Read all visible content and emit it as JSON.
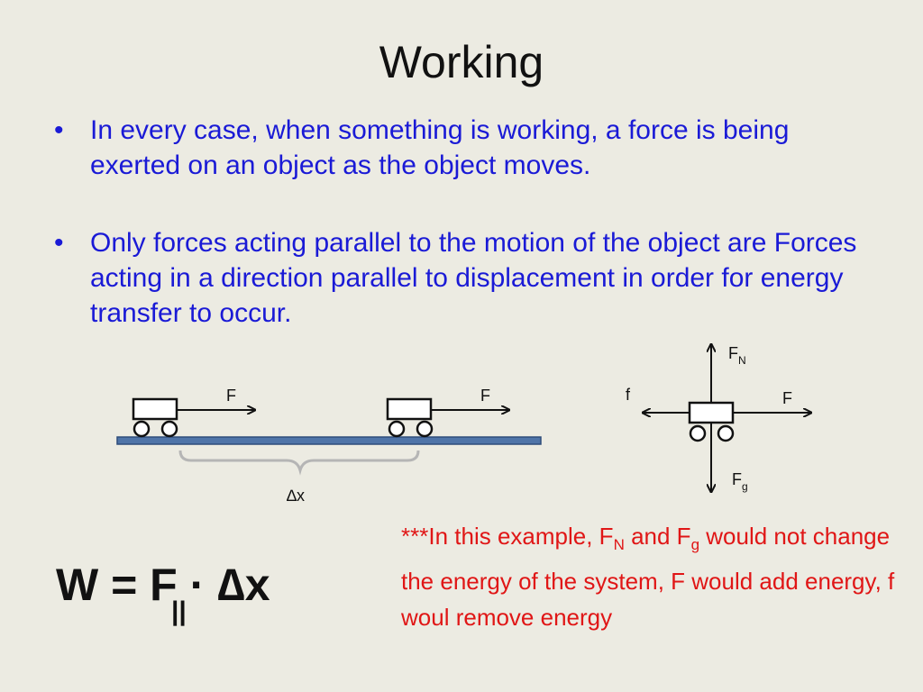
{
  "title": "Working",
  "bullets": [
    "In every case, when something is working, a force is being exerted on an object as the object moves.",
    "Only forces acting parallel to the motion of the object are Forces acting in a direction parallel to displacement in order for energy transfer to occur."
  ],
  "diagram_left": {
    "cart1_force_label": "F",
    "cart2_force_label": "F",
    "displacement_label": "∆x"
  },
  "diagram_right": {
    "normal_label_main": "F",
    "normal_label_sub": "N",
    "gravity_label_main": "F",
    "gravity_label_sub": "g",
    "friction_label": "f",
    "applied_label": "F"
  },
  "formula": {
    "main": "W = F",
    "dot_delta": "· ∆x",
    "subscript": "||"
  },
  "note": {
    "part1": "***In this example, F",
    "sub1": "N",
    "part2": " and F",
    "sub2": "g",
    "part3": " would not change the energy of the system, F would add energy, f woul remove energy"
  },
  "colors": {
    "background": "#ecebe2",
    "bullet_text": "#1a1ad6",
    "note_text": "#e01616",
    "ground_fill": "#4f74a8",
    "brace": "#b5b5b5"
  }
}
